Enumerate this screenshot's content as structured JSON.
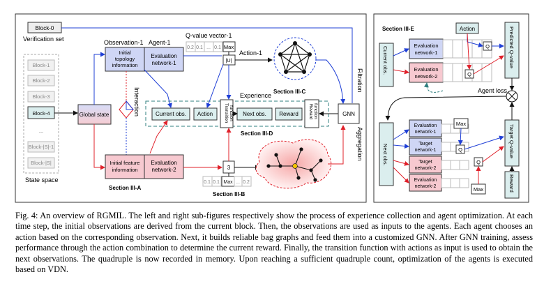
{
  "left": {
    "verification_block": "Block-0",
    "verification_set": "Verification set",
    "state_blocks": [
      "Block-1",
      "Block-2",
      "Block-3",
      "Block-4",
      "...",
      "Block-|S|-1",
      "Block-|S|"
    ],
    "state_space": "State space",
    "global_state": "Global state",
    "interaction": "Interaction",
    "observation_1": "Observation-1",
    "agent_1": "Agent-1",
    "initial_topology": [
      "Initial",
      "topology",
      "information"
    ],
    "evaluation_network_1": [
      "Evaluation",
      "network-1"
    ],
    "qvalue_vector_1": "Q-value vector-1",
    "q_cells_top": [
      "0.2",
      "0.1",
      "...",
      "0.1"
    ],
    "max": "Max",
    "u_label": "|U|",
    "action_1": "Action-1",
    "section_c": "Section III-C",
    "filtration": "Filtration",
    "experience": "Experience",
    "current_obs": "Current obs.",
    "action": "Action",
    "transition_function": [
      "Transition",
      "function"
    ],
    "next_obs": "Next obs.",
    "reward": "Reward",
    "reward_function": [
      "Reward",
      "function"
    ],
    "gnn": "GNN",
    "section_d": "Section III-D",
    "aggregation": "Aggregation",
    "initial_feature": [
      "Initial feature",
      "information"
    ],
    "evaluation_network_2": [
      "Evaluation",
      "network-2"
    ],
    "section_a": "Section III-A",
    "three": "3",
    "q_cells_bottom": [
      "0.1",
      "0.1",
      "Max",
      "...",
      "0.2"
    ],
    "section_b": "Section III-B"
  },
  "right": {
    "section_e": "Section III-E",
    "action": "Action",
    "current_obs": "Current obs.",
    "next_obs": "Next obs.",
    "eval_net_1": [
      "Evaluation",
      "network-1"
    ],
    "eval_net_2": [
      "Evaluation",
      "network-2"
    ],
    "target_net_1": [
      "Target",
      "network-1"
    ],
    "target_net_2": [
      "Target",
      "network-2"
    ],
    "q": "Q",
    "max": "Max",
    "predicted_q": "Predicted Q-value",
    "target_q": "Target Q-value",
    "reward": "Reward",
    "agent_loss": "Agent loss"
  },
  "caption": "Fig. 4: An overview of RGMIL. The left and right sub-figures respectively show the process of experience collection and agent optimization. At each time step, the initial observations are derived from the current block. Then, the observations are used as inputs to the agents. Each agent chooses an action based on the corresponding observation. Next, it builds reliable bag graphs and feed them into a customized GNN. After GNN training, assess performance through the action combination to determine the current reward. Finally, the transition function with actions as input is used to obtain the next observations. The quadruple is now recorded in memory. Upon reaching a sufficient quadruple count, optimization of the agents is executed based on VDN.",
  "colors": {
    "blue_box": "#cfd6f5",
    "red_box": "#f7c9d0",
    "teal_box": "#dbeeee",
    "gray_box": "#eeeeee",
    "blue_line": "#1f3fd6",
    "red_line": "#e0202a",
    "teal_dash": "#2f7f7f"
  }
}
